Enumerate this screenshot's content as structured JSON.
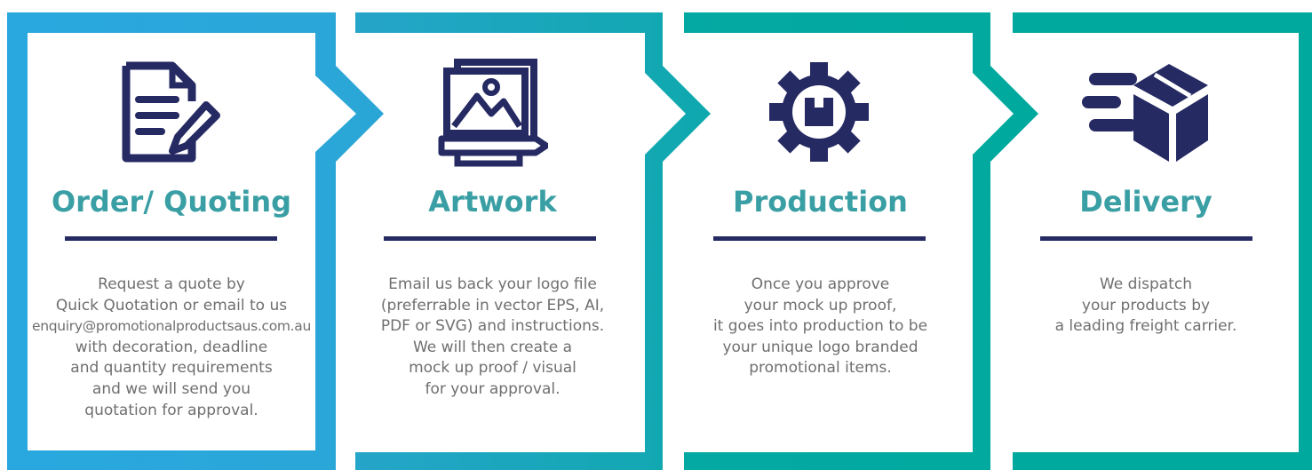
{
  "colors": {
    "frame_blue": "#29a8e0",
    "frame_teal": "#00a99d",
    "title": "#3a9fa4",
    "icon_navy": "#262a63",
    "body_text": "#6f6f6f"
  },
  "steps": [
    {
      "icon": "document-pencil-icon",
      "title": "Order/ Quoting",
      "lines": [
        "Request a quote by",
        "Quick Quotation or email to us",
        "enquiry@promotionalproductsaus.com.au",
        "with decoration, deadline",
        "and quantity requirements",
        "and we will send you",
        "quotation for approval."
      ]
    },
    {
      "icon": "artwork-image-icon",
      "title": "Artwork",
      "lines": [
        "Email us back your logo file",
        "(preferrable in vector EPS, AI,",
        "PDF or SVG) and instructions.",
        "We will then create a",
        "mock up proof / visual",
        "for your approval."
      ]
    },
    {
      "icon": "gear-box-icon",
      "title": "Production",
      "lines": [
        "Once you approve",
        "your mock up proof,",
        "it goes into production to be",
        "your unique logo branded",
        "promotional items."
      ]
    },
    {
      "icon": "delivery-box-icon",
      "title": "Delivery",
      "lines": [
        "We dispatch",
        "your products by",
        "a leading freight carrier."
      ]
    }
  ]
}
